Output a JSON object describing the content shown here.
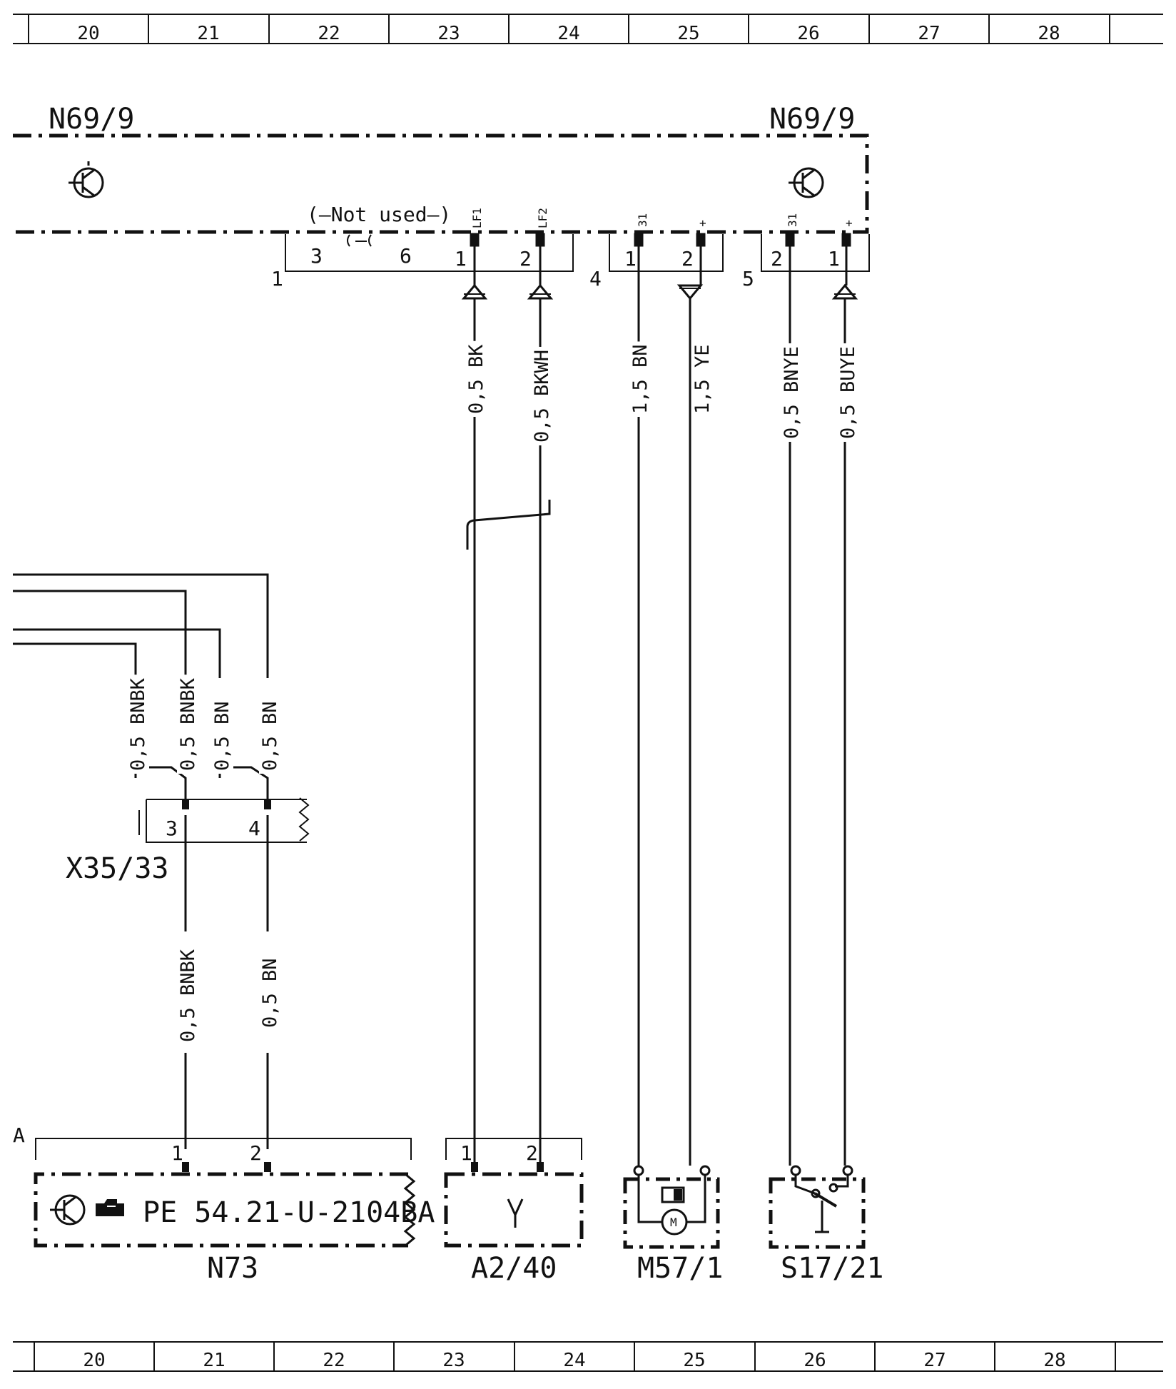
{
  "grid": {
    "top": [
      "20",
      "21",
      "22",
      "23",
      "24",
      "25",
      "26",
      "27",
      "28"
    ],
    "bottom": [
      "20",
      "21",
      "22",
      "23",
      "24",
      "25",
      "26",
      "27",
      "28"
    ]
  },
  "module": {
    "label_left": "N69/9",
    "label_right": "N69/9",
    "not_used": "(—Not used—)",
    "conn1": {
      "label": "1",
      "pin3": "3",
      "pin6": "6",
      "pin1": "1",
      "pin2": "2",
      "pin1_tag": "LF1",
      "pin2_tag": "LF2"
    },
    "conn4": {
      "label": "4",
      "pin1": "1",
      "pin2": "2",
      "pin1_tag": "31",
      "pin2_tag": "+"
    },
    "conn5": {
      "label": "5",
      "pin2": "2",
      "pin1": "1",
      "pin2_tag": "31",
      "pin1_tag": "+"
    }
  },
  "wires": {
    "lf1": "0,5 BK",
    "lf2": "0,5 BKWH",
    "m_gnd": "1,5 BN",
    "m_pos": "1,5 YE",
    "s_gnd": "0,5 BNYE",
    "s_pos": "0,5 BUYE",
    "in1": "0,5 BNBK",
    "in2": "0,5 BNBK",
    "in3": "0,5 BN",
    "in4": "0,5 BN",
    "n73_1": "0,5 BNBK",
    "n73_2": "0,5 BN"
  },
  "connector_x35": {
    "label": "X35/33",
    "pin3": "3",
    "pin4": "4"
  },
  "components": {
    "n73": {
      "label": "N73",
      "ref": "PE 54.21-U-2104BA",
      "pin1": "1",
      "pin2": "2",
      "corner": "A"
    },
    "a240": {
      "label": "A2/40",
      "pin1": "1",
      "pin2": "2"
    },
    "m571": {
      "label": "M57/1",
      "motor": "M"
    },
    "s1721": {
      "label": "S17/21"
    }
  }
}
